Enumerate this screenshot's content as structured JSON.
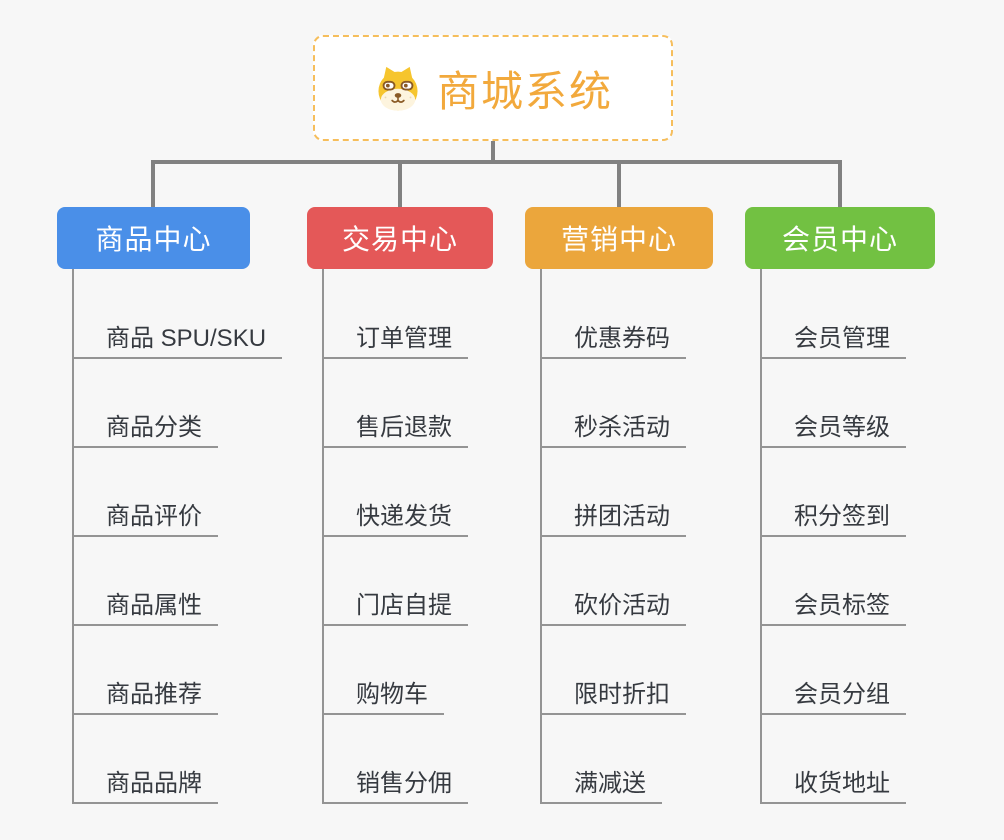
{
  "root": {
    "label": "商城系统",
    "icon": "dog-face-icon",
    "text_color": "#f2a93c",
    "border_color": "#f6be5c",
    "background": "#ffffff"
  },
  "branches": [
    {
      "label": "商品中心",
      "color": "#4a8fe8",
      "items": [
        "商品 SPU/SKU",
        "商品分类",
        "商品评价",
        "商品属性",
        "商品推荐",
        "商品品牌"
      ]
    },
    {
      "label": "交易中心",
      "color": "#e45858",
      "items": [
        "订单管理",
        "售后退款",
        "快递发货",
        "门店自提",
        "购物车",
        "销售分佣"
      ]
    },
    {
      "label": "营销中心",
      "color": "#eba63c",
      "items": [
        "优惠券码",
        "秒杀活动",
        "拼团活动",
        "砍价活动",
        "限时折扣",
        "满减送"
      ]
    },
    {
      "label": "会员中心",
      "color": "#72c142",
      "items": [
        "会员管理",
        "会员等级",
        "积分签到",
        "会员标签",
        "会员分组",
        "收货地址"
      ]
    }
  ],
  "colors": {
    "canvas_background": "#f7f7f7",
    "connector": "#818181",
    "child_line": "#949494",
    "child_text": "#363a40"
  }
}
